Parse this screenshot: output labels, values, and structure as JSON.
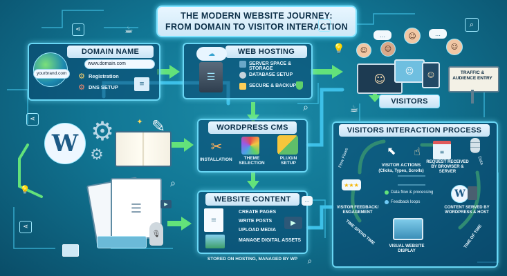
{
  "title": {
    "line1": "THE MODERN WEBSITE JOURNEY:",
    "line2": "FROM DOMAIN TO VISITOR INTERACTION"
  },
  "domain": {
    "header": "DOMAIN NAME",
    "url": "www.domain.com",
    "brand": "yourbrand.com",
    "registration": "Registration",
    "dns": "DNS Setup"
  },
  "hosting": {
    "header": "WEB HOSTING",
    "items": [
      "Server Space & Storage",
      "Database Setup",
      "Secure & Backup"
    ]
  },
  "cms": {
    "header": "WORDPRESS CMS",
    "installation": "Installation",
    "theme": "Theme Selection",
    "plugin": "Plugin Setup"
  },
  "content": {
    "header": "WEBSITE CONTENT",
    "items": [
      "Create Pages",
      "Write Posts",
      "Upload Media",
      "Manage Digital Assets"
    ],
    "footer": "Stored on Hosting, Managed by WP"
  },
  "visitors": {
    "label": "VISITORS",
    "traffic": "Traffic & Audience Entry"
  },
  "process": {
    "header": "VISITORS INTERACTION PROCESS",
    "actions": "Visitor Actions",
    "actions_sub": "(Clicks, Types, Scrolls)",
    "request": "Request Received by Browser & Server",
    "data_flow": "Data flow & processing",
    "feedback_loops": "Feedback loops",
    "feedback": "Visitor Feedback/ Engagement",
    "served": "Content Served by WordPress & Host",
    "display": "Visual Website Display",
    "flow_left": "Flow Flows",
    "flow_right": "Data",
    "time_left": "Time Spend Time",
    "time_right": "Time of Time"
  },
  "colors": {
    "accent": "#5fe07a",
    "frame": "#69d7f5",
    "header_bg": "#dff0fb"
  },
  "icons": [
    "globe-icon",
    "server-icon",
    "wordpress-icon",
    "gear-icon",
    "book-icon",
    "tools-icon",
    "palette-icon",
    "puzzle-icon",
    "documents-icon",
    "microphone-icon",
    "camera-icon",
    "monitor-icon",
    "cursor-icon",
    "database-icon",
    "coffee-icon",
    "lightbulb-icon",
    "share-icon",
    "search-icon",
    "chat-icon",
    "avatar-icon"
  ]
}
